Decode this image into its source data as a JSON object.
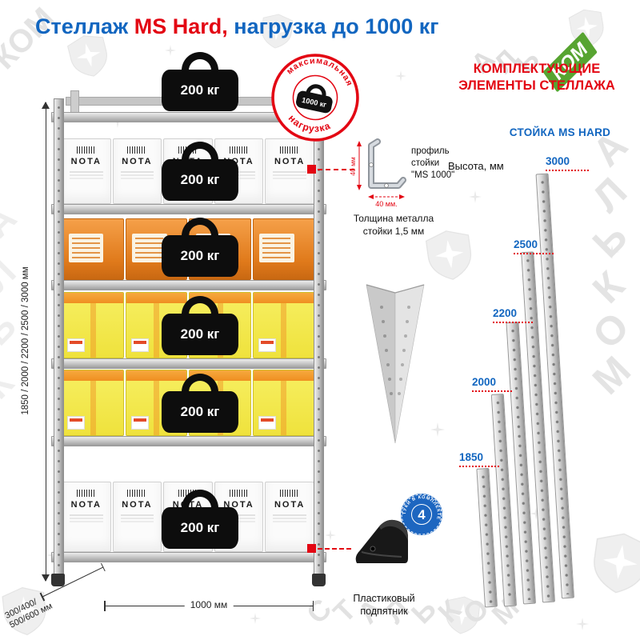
{
  "title": {
    "part1": "Стеллаж",
    "part2": "MS Hard,",
    "part3": "нагрузка до 1000 кг"
  },
  "rack": {
    "shelf_load": "200 кг",
    "box_brand": "NOTA",
    "stamp": {
      "top": "максимальная",
      "bottom": "нагрузка",
      "weight": "1000 кг"
    },
    "dims": {
      "height": "1850 / 2000 / 2200 / 2500 / 3000 мм",
      "depth_line1": "300/400/",
      "depth_line2": "500/600 мм",
      "width": "1000 мм"
    }
  },
  "profile": {
    "lines": [
      "профиль",
      "стойки",
      "\"MS 1000\""
    ],
    "dim_vertical": "40 мм",
    "dim_horizontal": "40 мм.",
    "thickness_line1": "Толщина металла",
    "thickness_line2": "стойки 1,5 мм"
  },
  "foot": {
    "badge_count": "4",
    "badge_text": "ШТУКИ В КОМПЛЕКТЕ",
    "label_line1": "Пластиковый",
    "label_line2": "подпятник"
  },
  "components": {
    "title_line1": "КОМПЛЕКТУЮЩИЕ",
    "title_line2": "ЭЛЕМЕНТЫ СТЕЛЛАЖА",
    "subtitle": "СТОЙКА MS HARD",
    "height_label": "Высота, мм",
    "heights": [
      "3000",
      "2500",
      "2200",
      "2000",
      "1850"
    ]
  },
  "watermark": {
    "brand": "СТАЛЬКОМ",
    "top_left": "КОМ",
    "top_right_letters": [
      "А",
      "Л",
      "Ь"
    ],
    "top_right_green": "КОМ",
    "right_letters": [
      "А",
      "Л",
      "Ь",
      "К",
      "О",
      "М"
    ],
    "left_letters": [
      "А",
      "Л",
      "Ь",
      "К"
    ],
    "bottom_letters": [
      "С",
      "Т",
      "А",
      "Л",
      "Ь",
      "К",
      "О",
      "М"
    ]
  },
  "colors": {
    "blue": "#1266c0",
    "red": "#e30613",
    "green": "#57a431"
  }
}
